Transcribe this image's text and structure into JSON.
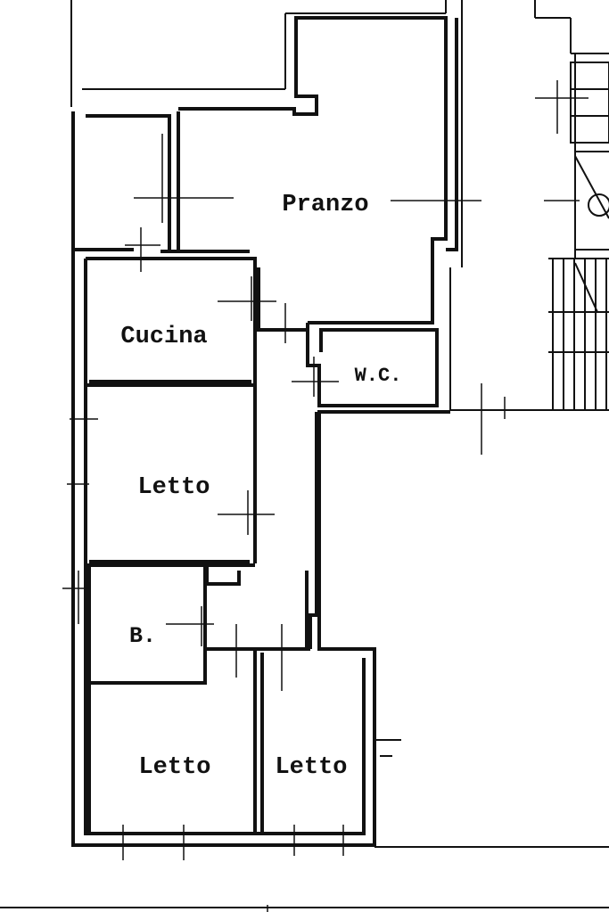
{
  "plan": {
    "rooms": [
      {
        "id": "pranzo",
        "label": "Pranzo"
      },
      {
        "id": "cucina",
        "label": "Cucina"
      },
      {
        "id": "wc",
        "label": "W.C."
      },
      {
        "id": "letto-1",
        "label": "Letto"
      },
      {
        "id": "bagno",
        "label": "B."
      },
      {
        "id": "letto-2",
        "label": "Letto"
      },
      {
        "id": "letto-3",
        "label": "Letto"
      }
    ]
  },
  "colors": {
    "wall": "#111111",
    "background": "#ffffff"
  }
}
